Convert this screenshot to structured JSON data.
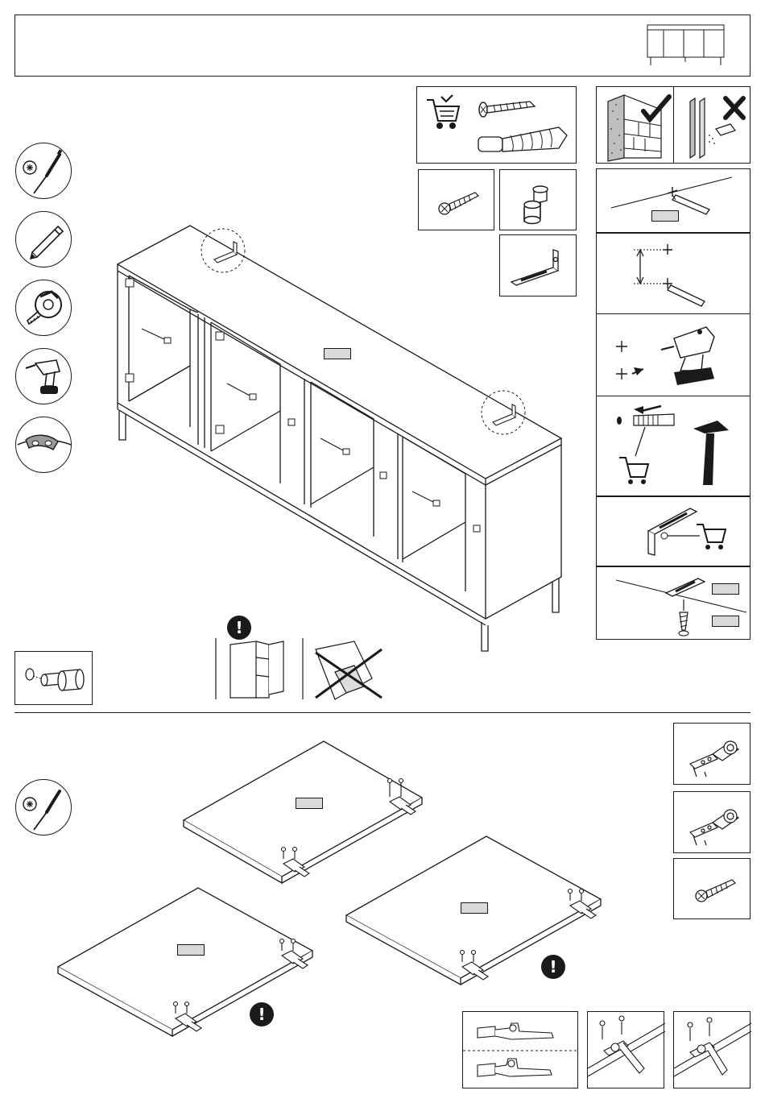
{
  "warning_mark": "!",
  "colors": {
    "ink": "#1a1a1a",
    "label_fill": "#d9d9d9",
    "panel_fill": "#ffffff"
  },
  "header": {
    "thumbnail": "sideboard-thumbnail"
  },
  "tools": [
    "phillips-screwdriver-icon",
    "pencil-icon",
    "tape-measure-icon",
    "cordless-drill-icon",
    "wall-anchor-strap-icon"
  ],
  "hardware_left": [
    "shopping-cart-icon",
    "wall-screw-icon",
    "wall-plug-icon",
    "wood-screw-icon",
    "cam-dowel-icon",
    "angle-bracket-icon"
  ],
  "wall_checks": [
    "solid-wall-ok",
    "hollow-wall-not-ok"
  ],
  "wall_steps": [
    "mark-line",
    "measure-distance",
    "drill-holes",
    "insert-plugs",
    "attach-bracket",
    "fix-bracket"
  ],
  "part_2_hardware": [
    "hinge-icon",
    "hinge-icon",
    "wood-screw-icon"
  ],
  "hinge_details": [
    "hinge-side-views",
    "hinge-mount-left",
    "hinge-mount-right"
  ]
}
